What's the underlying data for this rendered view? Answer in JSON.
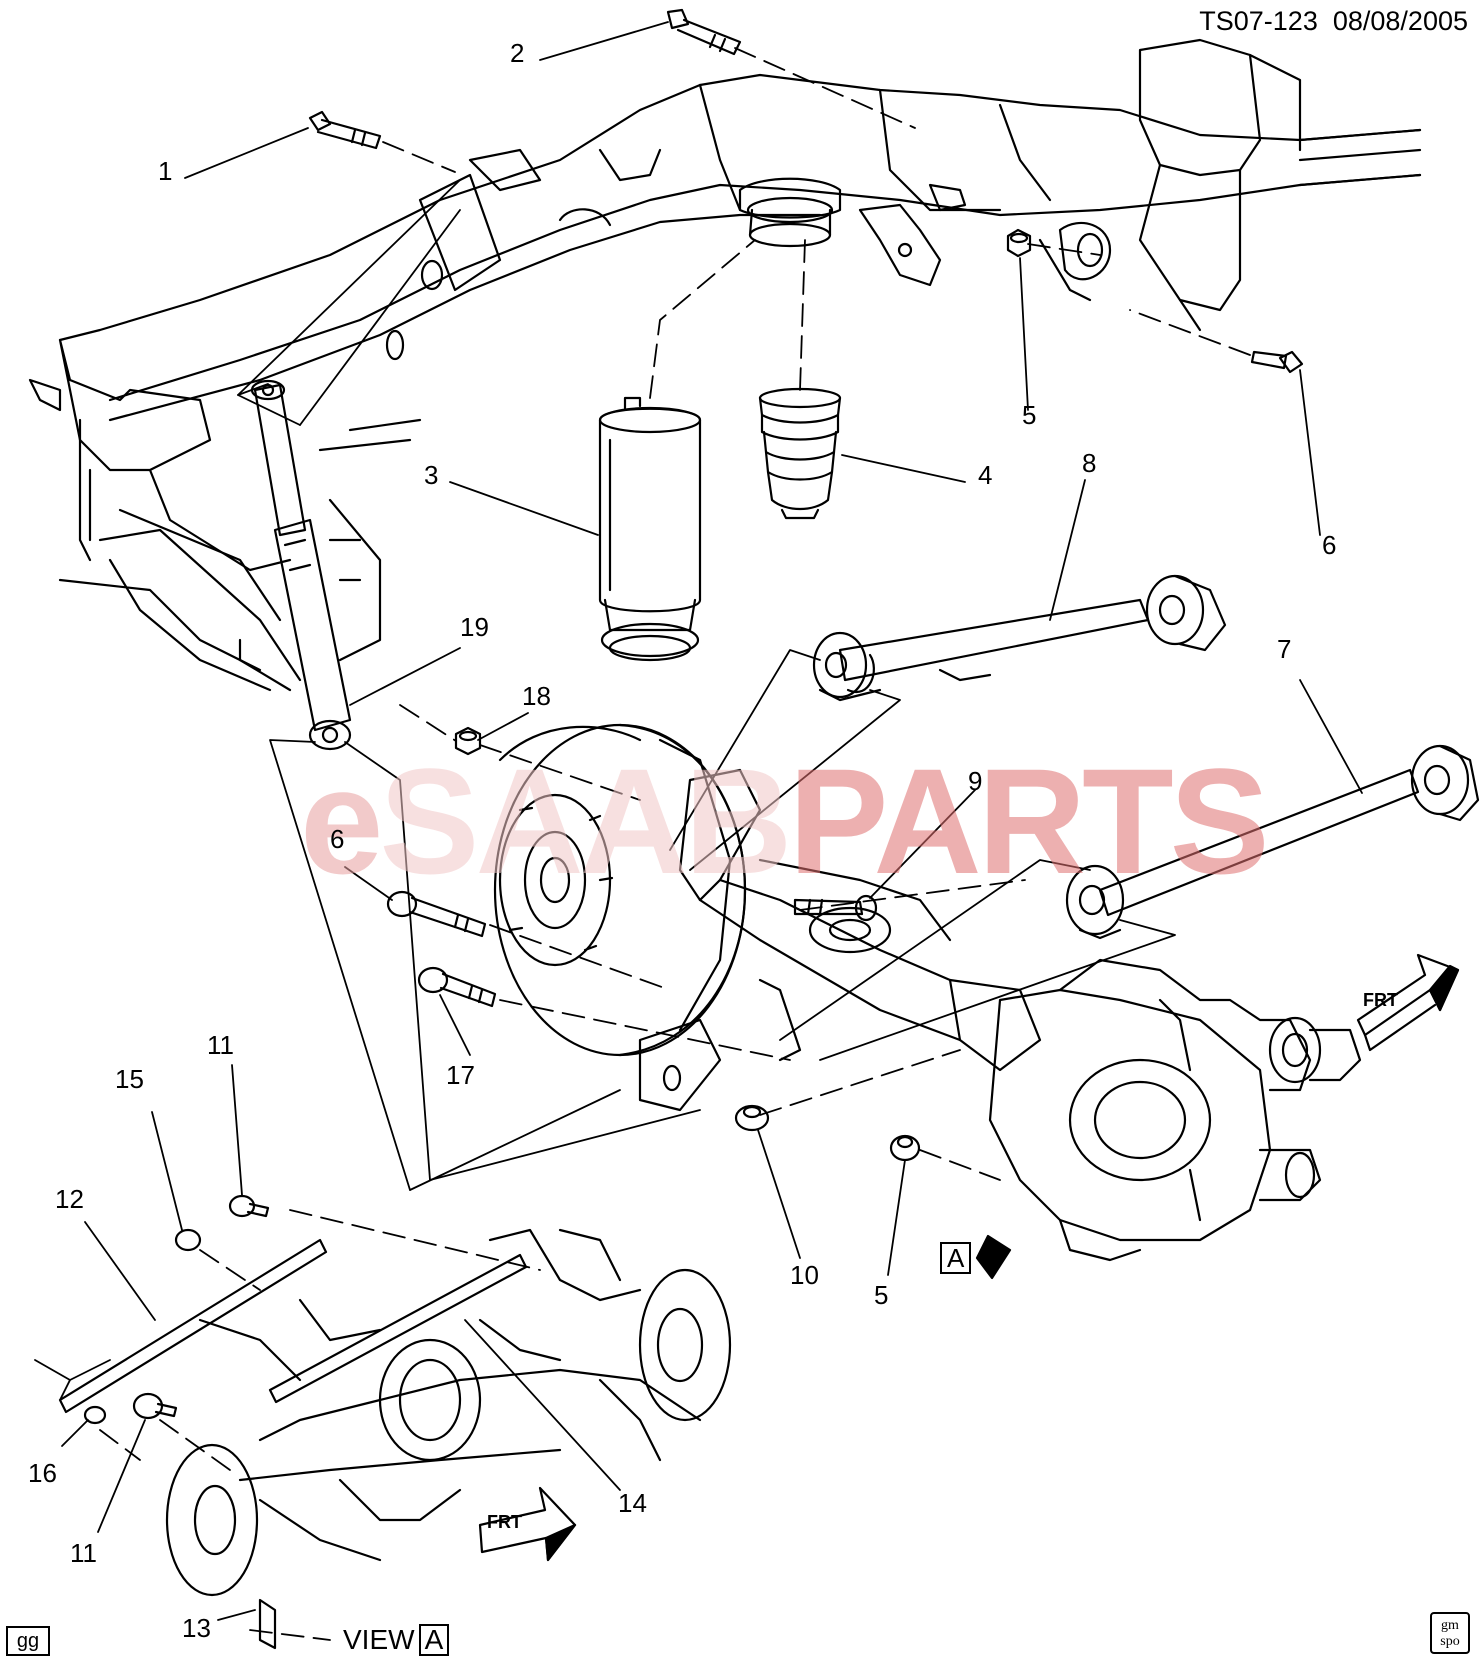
{
  "header": {
    "diagram_id": "TS07-123",
    "date": "08/08/2005"
  },
  "watermark": {
    "prefix": "e",
    "mid": "SAAB",
    "suffix": "PARTS",
    "prefix_color": "#e8a0a0",
    "mid_color": "#f2c8c8",
    "suffix_color": "#e07070"
  },
  "callouts": [
    {
      "id": "c1",
      "label": "1"
    },
    {
      "id": "c2",
      "label": "2"
    },
    {
      "id": "c3",
      "label": "3"
    },
    {
      "id": "c4",
      "label": "4"
    },
    {
      "id": "c5a",
      "label": "5"
    },
    {
      "id": "c6a",
      "label": "6"
    },
    {
      "id": "c7",
      "label": "7"
    },
    {
      "id": "c8",
      "label": "8"
    },
    {
      "id": "c9",
      "label": "9"
    },
    {
      "id": "c6b",
      "label": "6"
    },
    {
      "id": "c19",
      "label": "19"
    },
    {
      "id": "c18",
      "label": "18"
    },
    {
      "id": "c17",
      "label": "17"
    },
    {
      "id": "c10",
      "label": "10"
    },
    {
      "id": "c5b",
      "label": "5"
    },
    {
      "id": "c11a",
      "label": "11"
    },
    {
      "id": "c15",
      "label": "15"
    },
    {
      "id": "c12",
      "label": "12"
    },
    {
      "id": "c16",
      "label": "16"
    },
    {
      "id": "c11b",
      "label": "11"
    },
    {
      "id": "c14",
      "label": "14"
    },
    {
      "id": "c13",
      "label": "13"
    }
  ],
  "view_marker": {
    "letter": "A"
  },
  "view_label": {
    "text": "VIEW",
    "letter": "A"
  },
  "frt_label": "FRT",
  "footer_code": "gg",
  "logo": {
    "line1": "gm",
    "line2": "spo"
  }
}
